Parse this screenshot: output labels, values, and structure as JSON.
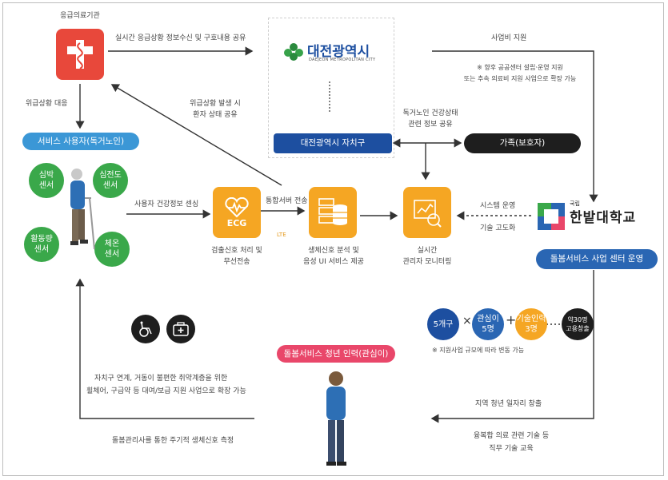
{
  "nodes": {
    "emergency": "응급의료기관",
    "service_users": "서비스 사용자(독거노인)",
    "heartbeat_sensor": "심박\n센서",
    "ecg_sensor": "심전도\n센서",
    "activity_sensor": "활동량\n센서",
    "temp_sensor": "체온\n센서",
    "daejeon_logo": "대전광역시",
    "daejeon_logo_sub": "DAEJEON METROPOLITAN CITY",
    "district": "대전광역시 자치구",
    "family": "가족(보호자)",
    "hanbat": "한밭대학교",
    "hanbat_prefix": "국립",
    "care_center": "돌봄서비스 사업 센터 운영",
    "youth_workforce": "돌봄서비스 청년 인력(관심이)",
    "ecg_icon": "ECG",
    "lte": "LTE"
  },
  "labels": {
    "realtime_share": "실시간 응급상황 정보수신 및 구호내용 공유",
    "business_support": "사업비 지원",
    "support_note1": "※ 향후 공공센터 설립·운영 지원",
    "support_note2": "또는 추속 의료비 지원 사업으로 확장 가능",
    "emergency_response": "위급상황 대응",
    "emergency_occur1": "위급상황 발생 시",
    "emergency_occur2": "환자 상태 공유",
    "health_info1": "독거노인 건강상태",
    "health_info2": "관련 정보 공유",
    "sensing": "사용자 건강정보 센싱",
    "transfer": "통합서버 전송",
    "system_op1": "시스템 운영",
    "system_op2": "기술 고도화",
    "detect1": "검출신호 처리 및",
    "detect2": "무선전송",
    "analysis1": "생체신호 분석 및",
    "analysis2": "음성 UI 서비스 제공",
    "monitor1": "실시간",
    "monitor2": "관리자 모니터링",
    "district_link1": "자치구 연계, 거동이 불편한 취약계층을 위한",
    "district_link2": "휠체어, 구급약 등 대여/보급 지원 사업으로 확장 가능",
    "periodic": "돌봄관리사를 통한 주기적 생체신호 측정",
    "regional_jobs": "지역 청년 일자리 창출",
    "education1": "융복합 의료 관련 기술 등",
    "education2": "직무 기술 교육",
    "scale_note": "※ 지원사업 규모에 따라 변동 가능"
  },
  "formula": {
    "districts": "5개구",
    "interest": "관심이\n5명",
    "tech": "기술인력\n3명",
    "result": "약30명\n고용창출",
    "times": "×",
    "plus": "+"
  },
  "colors": {
    "blue": "#2a66b3",
    "orange": "#f5a623",
    "green": "#3aa84a",
    "red": "#e8483b",
    "navy": "#1d4fa0",
    "dark": "#1e1e1e",
    "sky": "#3b97d6",
    "pink": "#e9476a"
  }
}
